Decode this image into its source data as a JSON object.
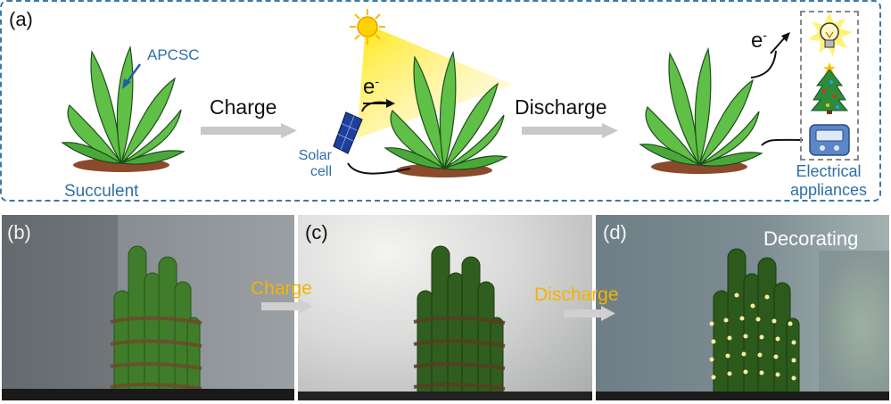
{
  "panels": {
    "a": {
      "label": "(a)",
      "apcsc": "APCSC",
      "succulent": "Succulent",
      "charge": "Charge",
      "solar_cell": [
        "Solar",
        "cell"
      ],
      "electron": "e",
      "electron_sup": "-",
      "discharge": "Discharge",
      "appliances": [
        "Electrical",
        "appliances"
      ]
    },
    "b": {
      "label": "(b)"
    },
    "c": {
      "label": "(c)",
      "charge": "Charge"
    },
    "d": {
      "label": "(d)",
      "discharge": "Discharge",
      "decorating": "Decorating"
    }
  },
  "colors": {
    "frame": "#3b79a8",
    "label_blue": "#2f6fa8",
    "photo_text": "#f4b400",
    "leaf": "#3c9e3a",
    "cactus": "#3f7d2a"
  },
  "icons": [
    "sun-icon",
    "solar-panel-icon",
    "light-bulb-icon",
    "christmas-tree-icon",
    "electronic-timer-icon",
    "arrow-icon"
  ]
}
